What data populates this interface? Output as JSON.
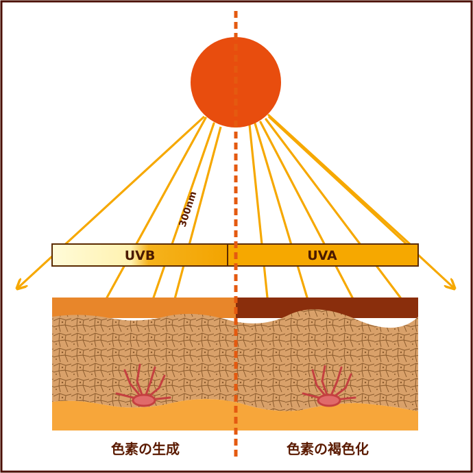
{
  "diagram": {
    "labels": {
      "wavelength": "300nm",
      "uvb": "UVB",
      "uva": "UVA",
      "caption_left": "色素の生成",
      "caption_right": "色素の褐色化"
    },
    "colors": {
      "frame": "#4a0e00",
      "sun": "#e84d0e",
      "ray": "#f6a800",
      "divider": "#e45a10",
      "uvb_light": "#fff6c0",
      "uvb_dark": "#f3a400",
      "uva": "#f6a800",
      "skin_left_top": "#e8862a",
      "skin_right_top": "#8a2e0c",
      "skin_mid": "#d9a16a",
      "dermis": "#f7a63a",
      "pigment_cell": "#e06a6a"
    }
  }
}
